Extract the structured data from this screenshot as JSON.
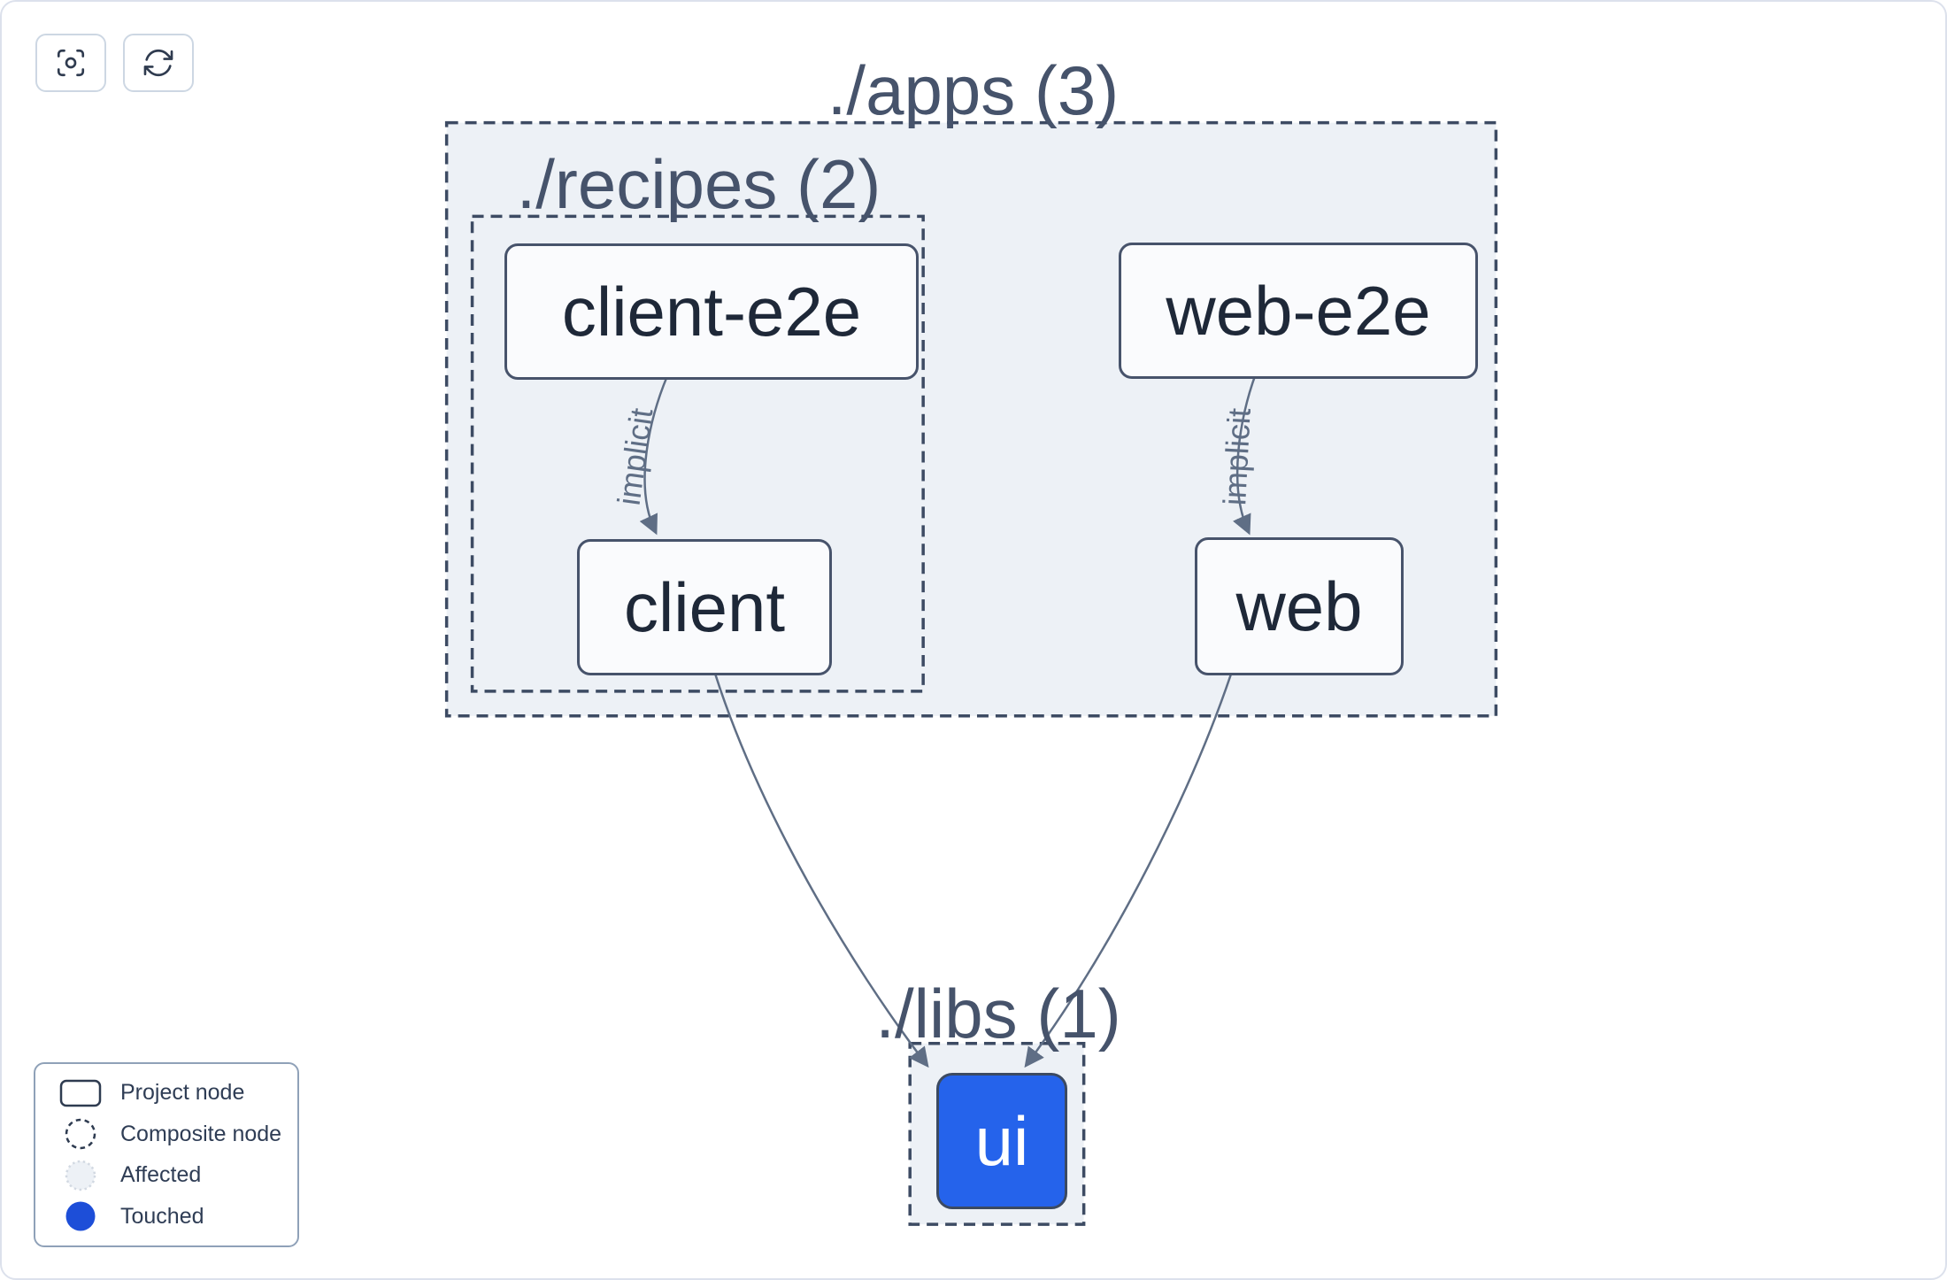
{
  "toolbar": {
    "buttons": [
      {
        "name": "center-graph",
        "icon": "viewfinder-icon"
      },
      {
        "name": "refresh-graph",
        "icon": "refresh-icon"
      }
    ]
  },
  "graph": {
    "containers": [
      {
        "id": "apps",
        "label": "./apps (3)",
        "count": 3
      },
      {
        "id": "recipes",
        "label": "./recipes (2)",
        "count": 2
      },
      {
        "id": "libs",
        "label": "./libs (1)",
        "count": 1
      }
    ],
    "nodes": [
      {
        "id": "client-e2e",
        "label": "client-e2e",
        "state": "default",
        "parent": "./apps/recipes"
      },
      {
        "id": "web-e2e",
        "label": "web-e2e",
        "state": "default",
        "parent": "./apps"
      },
      {
        "id": "client",
        "label": "client",
        "state": "default",
        "parent": "./apps/recipes"
      },
      {
        "id": "web",
        "label": "web",
        "state": "default",
        "parent": "./apps"
      },
      {
        "id": "ui",
        "label": "ui",
        "state": "touched",
        "parent": "./libs"
      }
    ],
    "edges": [
      {
        "from": "client-e2e",
        "to": "client",
        "label": "implicit"
      },
      {
        "from": "web-e2e",
        "to": "web",
        "label": "implicit"
      },
      {
        "from": "client",
        "to": "ui",
        "label": ""
      },
      {
        "from": "web",
        "to": "ui",
        "label": ""
      }
    ]
  },
  "legend": {
    "items": [
      {
        "label": "Project node",
        "swatch": "project-node-swatch"
      },
      {
        "label": "Composite node",
        "swatch": "composite-node-swatch"
      },
      {
        "label": "Affected",
        "swatch": "affected-swatch"
      },
      {
        "label": "Touched",
        "swatch": "touched-swatch"
      }
    ]
  },
  "colors": {
    "touched": "#1d4ed8",
    "touched_node_fill": "#2563eb",
    "node_fill": "#fafbfd",
    "node_border": "#47536b",
    "node_text": "#1e2838",
    "container_fill": "#edf1f6",
    "container_border": "#3d4b63",
    "container_title_text": "#46536b",
    "edge": "#5f6e85",
    "affected_fill": "#edf1f6",
    "canvas_border": "#dce1ec",
    "legend_border": "#8fa1b8",
    "legend_text": "#2f3d55"
  }
}
